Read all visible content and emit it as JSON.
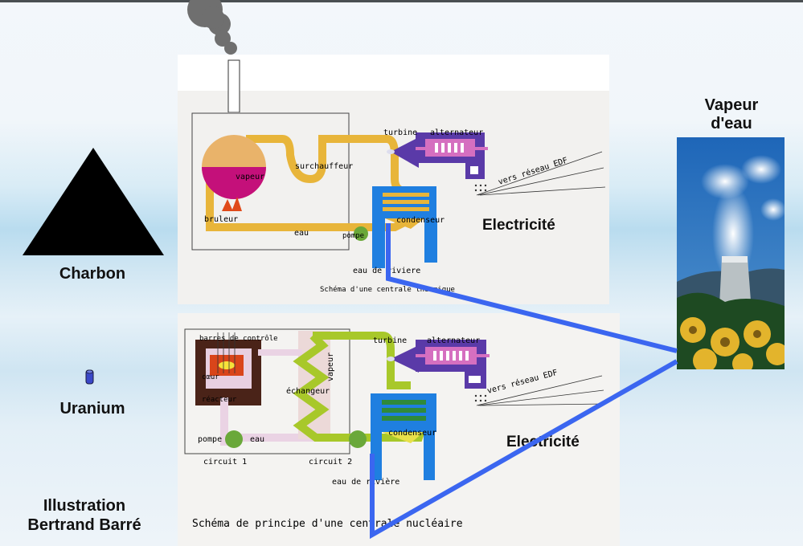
{
  "left_column": {
    "coal_label": "Charbon",
    "uranium_label": "Uranium",
    "credit_line1": "Illustration",
    "credit_line2": "Bertrand Barré"
  },
  "right_column": {
    "vapor_label_line1": "Vapeur",
    "vapor_label_line2": "d'eau",
    "photo_subject": "cooling-tower-with-sunflowers"
  },
  "thermal_plant": {
    "labels": {
      "vapeur": "vapeur",
      "surchauffeur": "surchauffeur",
      "bruleur": "bruleur",
      "eau": "eau",
      "pompe": "pompe",
      "turbine": "turbine",
      "alternateur": "alternateur",
      "condenseur": "condenseur",
      "eau_riviere": "eau de riviere",
      "vers_reseau": "vers réseau EDF"
    },
    "caption": "Schéma d'une centrale thermique",
    "electricity": "Electricité"
  },
  "nuclear_plant": {
    "labels": {
      "barres": "barres de contrôle",
      "coeur": "cœur",
      "reacteur": "réacteur",
      "echangeur": "échangeur",
      "vapeur": "vapeur",
      "pompe": "pompe",
      "eau": "eau",
      "circuit1": "circuit 1",
      "circuit2": "circuit 2",
      "turbine": "turbine",
      "alternateur": "alternateur",
      "condenseur": "condenseur",
      "eau_riviere": "eau de rivière",
      "vers_reseau": "vers réseau EDF"
    },
    "caption": "Schéma de principe d'une centrale nucléaire",
    "electricity": "Electricité"
  },
  "colors": {
    "connector_line": "#3b66f0",
    "coal_pipe": "#e8b53a",
    "nuclear_pipe": "#a8c82a",
    "condenser_blue": "#1f7fe0",
    "alternator_purple": "#5a3aa8",
    "alternator_pink": "#d56fc0",
    "boiler_magenta": "#c4107a",
    "reactor_brown": "#4a2318"
  }
}
